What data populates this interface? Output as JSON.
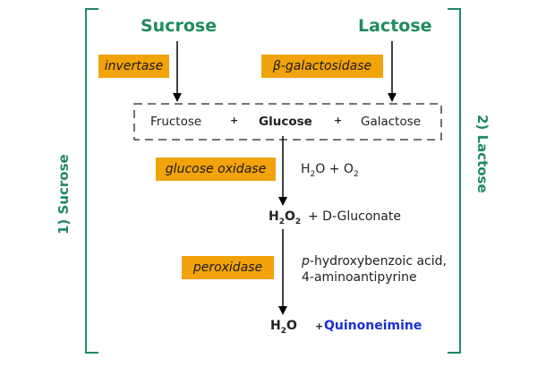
{
  "colors": {
    "green": "#1f8a5e",
    "enzyme": "#f2a20a",
    "blue": "#1a2fd6"
  },
  "substrates": {
    "sucrose": "Sucrose",
    "lactose": "Lactose"
  },
  "enzymes": {
    "invertase": "invertase",
    "galactosidase": "β-galactosidase",
    "glucose_oxidase": "glucose oxidase",
    "peroxidase": "peroxidase"
  },
  "sugars": {
    "fructose": "Fructose",
    "glucose": "Glucose",
    "galactose": "Galactose",
    "plus": "+"
  },
  "reagents": {
    "h2o_o2": {
      "h": "H",
      "sub2a": "2",
      "o_plus": "O + O",
      "sub2b": "2"
    },
    "h2o2": {
      "h": "H",
      "sub2a": "2",
      "o": "O",
      "sub2b": "2"
    },
    "gluconate": "+ D-Gluconate",
    "peroxidase_reagent_1": "p-hydroxybenzoic acid,",
    "peroxidase_reagent_2": "4-aminoantipyrine",
    "water": {
      "h": "H",
      "sub2": "2",
      "o": "O"
    },
    "plus": "+",
    "quinoneimine": "Quinoneimine"
  },
  "side_labels": {
    "left": "1) Sucrose",
    "right": "2) Lactose"
  }
}
